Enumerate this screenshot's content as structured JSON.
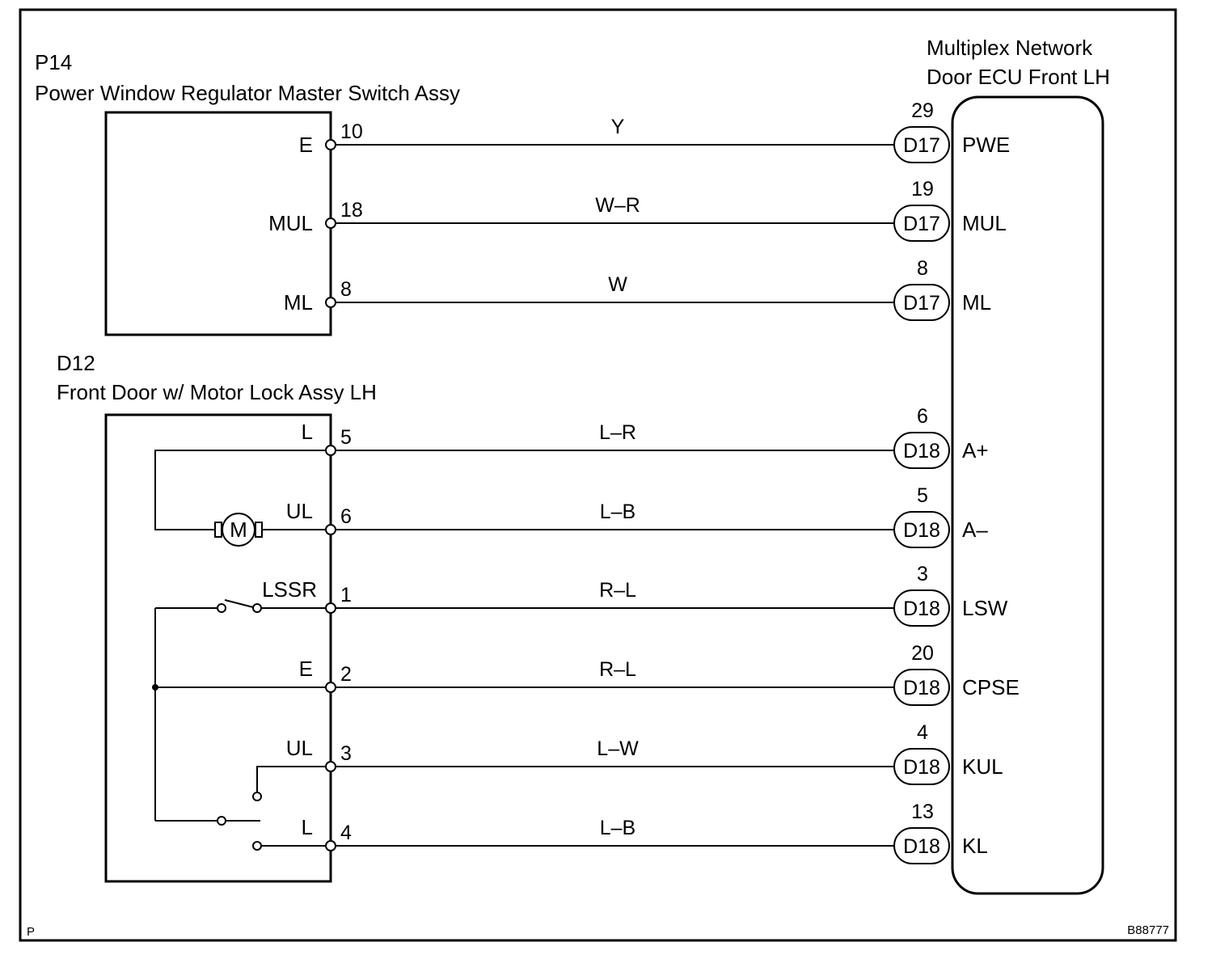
{
  "p14": {
    "code": "P14",
    "name": "Power Window Regulator Master Switch Assy",
    "pins": [
      {
        "signal": "E",
        "number": "10",
        "wire": "Y",
        "conn": "D17",
        "ecu_pin": "29",
        "ecu_signal": "PWE"
      },
      {
        "signal": "MUL",
        "number": "18",
        "wire": "W–R",
        "conn": "D17",
        "ecu_pin": "19",
        "ecu_signal": "MUL"
      },
      {
        "signal": "ML",
        "number": "8",
        "wire": "W",
        "conn": "D17",
        "ecu_pin": "8",
        "ecu_signal": "ML"
      }
    ]
  },
  "d12": {
    "code": "D12",
    "name": "Front Door w/ Motor Lock Assy LH",
    "motor_label": "M",
    "pins": [
      {
        "signal": "L",
        "number": "5",
        "wire": "L–R",
        "conn": "D18",
        "ecu_pin": "6",
        "ecu_signal": "A+"
      },
      {
        "signal": "UL",
        "number": "6",
        "wire": "L–B",
        "conn": "D18",
        "ecu_pin": "5",
        "ecu_signal": "A–"
      },
      {
        "signal": "LSSR",
        "number": "1",
        "wire": "R–L",
        "conn": "D18",
        "ecu_pin": "3",
        "ecu_signal": "LSW"
      },
      {
        "signal": "E",
        "number": "2",
        "wire": "R–L",
        "conn": "D18",
        "ecu_pin": "20",
        "ecu_signal": "CPSE"
      },
      {
        "signal": "UL",
        "number": "3",
        "wire": "L–W",
        "conn": "D18",
        "ecu_pin": "4",
        "ecu_signal": "KUL"
      },
      {
        "signal": "L",
        "number": "4",
        "wire": "L–B",
        "conn": "D18",
        "ecu_pin": "13",
        "ecu_signal": "KL"
      }
    ]
  },
  "ecu": {
    "title_line1": "Multiplex Network",
    "title_line2": "Door ECU Front LH"
  },
  "footer": {
    "left": "P",
    "right": "B88777"
  }
}
